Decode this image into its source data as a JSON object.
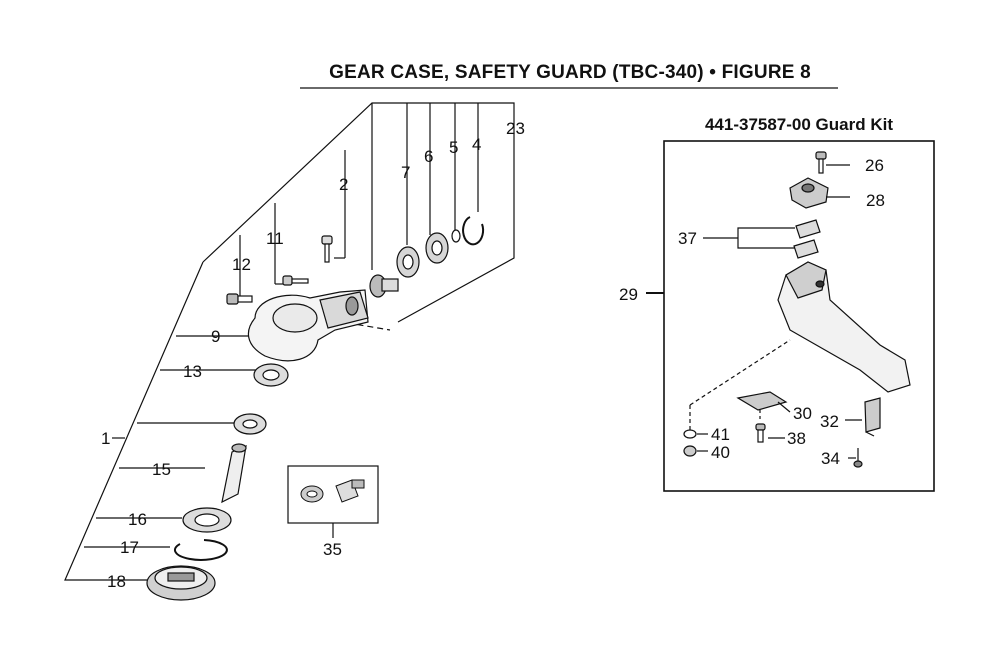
{
  "header": {
    "title": "GEAR CASE, SAFETY GUARD (TBC-340)  •  FIGURE 8"
  },
  "guard_kit": {
    "title": "441-37587-00 Guard Kit"
  },
  "callouts": {
    "c1": "1",
    "c2": "2",
    "c4": "4",
    "c5": "5",
    "c6": "6",
    "c7": "7",
    "c9": "9",
    "c11": "11",
    "c12": "12",
    "c13": "13",
    "c15": "15",
    "c16": "16",
    "c17": "17",
    "c18": "18",
    "c23": "23",
    "c26": "26",
    "c28": "28",
    "c29": "29",
    "c30": "30",
    "c32": "32",
    "c34": "34",
    "c35": "35",
    "c37": "37",
    "c38": "38",
    "c40": "40",
    "c41": "41"
  }
}
